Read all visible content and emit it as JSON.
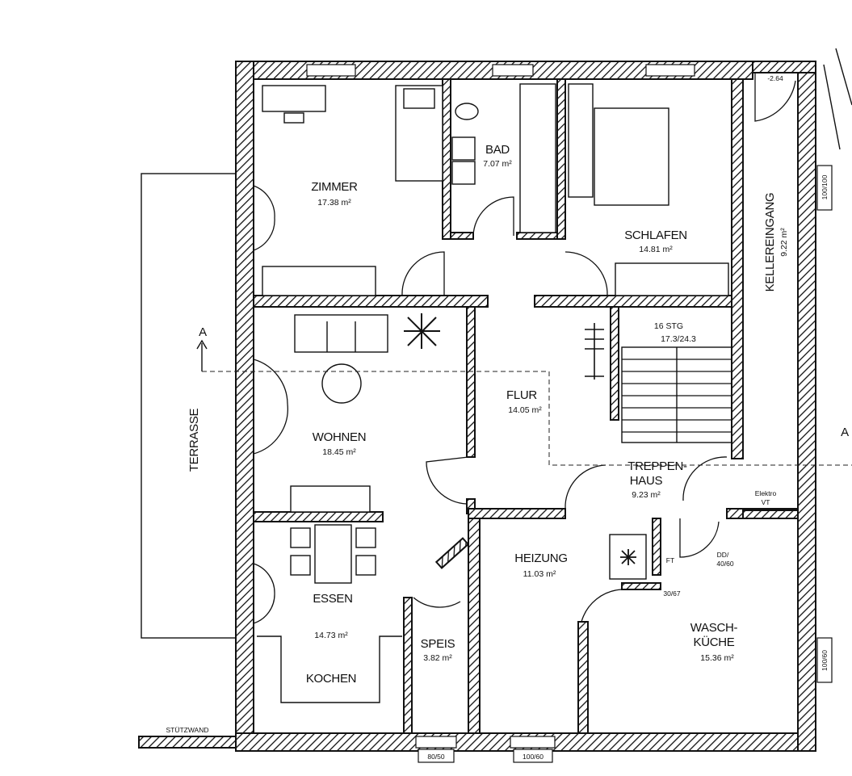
{
  "rooms": {
    "zimmer": {
      "name": "ZIMMER",
      "area": "17.38 m²"
    },
    "bad": {
      "name": "BAD",
      "area": "7.07 m²"
    },
    "schlafen": {
      "name": "SCHLAFEN",
      "area": "14.81 m²"
    },
    "kellereingang": {
      "name": "KELLEREINGANG",
      "area": "9.22 m²"
    },
    "wohnen": {
      "name": "WOHNEN",
      "area": "18.45 m²"
    },
    "flur": {
      "name": "FLUR",
      "area": "14.05 m²"
    },
    "treppenhaus": {
      "name1": "TREPPEN-",
      "name2": "HAUS",
      "area": "9.23 m²"
    },
    "essen": {
      "name": "ESSEN",
      "area": "14.73 m²"
    },
    "kochen": {
      "name": "KOCHEN"
    },
    "speis": {
      "name": "SPEIS",
      "area": "3.82 m²"
    },
    "heizung": {
      "name": "HEIZUNG",
      "area": "11.03 m²"
    },
    "waschkueche": {
      "name1": "WASCH-",
      "name2": "KÜCHE",
      "area": "15.36 m²"
    },
    "terrasse": {
      "name": "TERRASSE"
    }
  },
  "stairs": {
    "steps": "16 STG",
    "ratio": "17.3/24.3"
  },
  "labels": {
    "level": "-2.64",
    "section_left": "A",
    "section_right": "A",
    "stuetzwand": "STÜTZWAND",
    "elektro1": "Elektro",
    "elektro2": "VT",
    "ft": "FT",
    "dd": "DD/",
    "dd2": "40/60",
    "vent": "30/67"
  },
  "windows": {
    "bottom_left": "80/50",
    "bottom_right": "100/60",
    "right_top": "100/100",
    "right_bottom": "100/60"
  }
}
